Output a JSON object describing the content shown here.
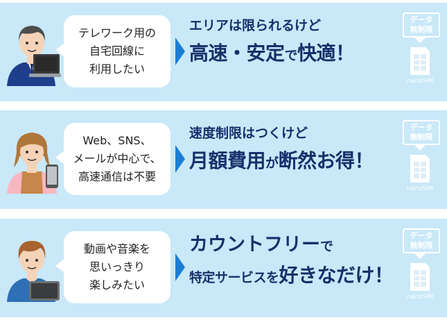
{
  "panels": [
    {
      "bubble": [
        "テレワーク用の",
        "自宅回線に",
        "利用したい"
      ],
      "line1": "エリアは限られるけど",
      "line2a": "高速・安定",
      "line2b": "で",
      "line2c": "快適！",
      "sim_badge": [
        "データ",
        "無制限"
      ],
      "sim_label": "nanoSIM"
    },
    {
      "bubble": [
        "Web、SNS、",
        "メールが中心で、",
        "高速通信は不要"
      ],
      "line1": "速度制限はつくけど",
      "line2a": "月額費用",
      "line2b": "が",
      "line2c": "断然お得！",
      "sim_badge": [
        "データ",
        "無制限"
      ],
      "sim_label": "nanoSIM"
    },
    {
      "bubble": [
        "動画や音楽を",
        "思いっきり",
        "楽しみたい"
      ],
      "line1": "カウントフリー",
      "line1b": "で",
      "line2a": "特定サービスを",
      "line2b": "",
      "line2c": "好きなだけ！",
      "sim_badge": [
        "データ",
        "無制限"
      ],
      "sim_label": "nanoSIM"
    }
  ],
  "colors": {
    "panel_bg": "#c9e8f8",
    "navy_text": "#17306a",
    "chevron": "#1a7fd4"
  }
}
